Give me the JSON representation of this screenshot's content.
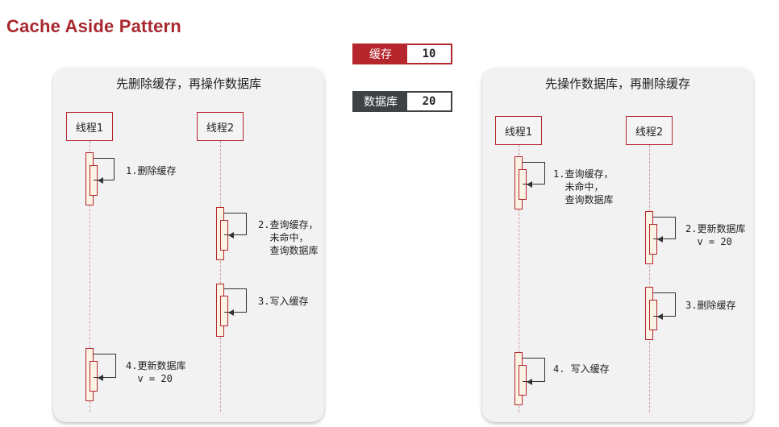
{
  "page": {
    "title": "Cache Aside Pattern"
  },
  "stores": {
    "cache": {
      "label": "缓存",
      "value": "10"
    },
    "db": {
      "label": "数据库",
      "value": "20"
    }
  },
  "left_panel": {
    "title": "先删除缓存，再操作数据库",
    "thread1": "线程1",
    "thread2": "线程2",
    "step1": "1.删除缓存",
    "step2": "2.查询缓存，\n  未命中，\n  查询数据库",
    "step3": "3.写入缓存",
    "step4": "4.更新数据库\n  v = 20"
  },
  "right_panel": {
    "title": "先操作数据库，再删除缓存",
    "thread1": "线程1",
    "thread2": "线程2",
    "step1": "1.查询缓存，\n  未命中，\n  查询数据库",
    "step2": "2.更新数据库\n  v = 20",
    "step3": "3.删除缓存",
    "step4": "4. 写入缓存"
  }
}
